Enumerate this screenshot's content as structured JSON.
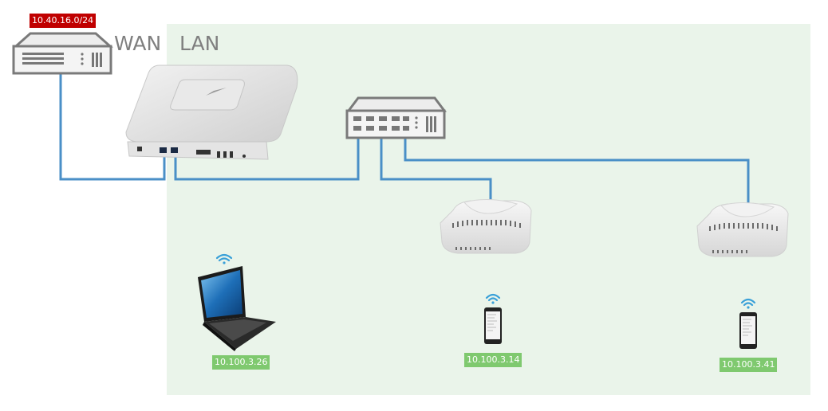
{
  "zones": {
    "wan_label": "WAN",
    "lan_label": "LAN"
  },
  "upstream_router": {
    "subnet": "10.40.16.0/24"
  },
  "clients": [
    {
      "device": "laptop",
      "ip": "10.100.3.26"
    },
    {
      "device": "smartphone",
      "ip": "10.100.3.14"
    },
    {
      "device": "smartphone",
      "ip": "10.100.3.41"
    }
  ],
  "colors": {
    "lan_zone": "#eaf4ea",
    "cable": "#4a8fc7",
    "wan_tag": "#c00000",
    "client_tag": "#7fc96f",
    "wifi": "#3aa0d8",
    "device_gray": "#7a7a7a"
  },
  "icons": [
    "router-icon",
    "controller-appliance-icon",
    "switch-icon",
    "access-point-icon",
    "laptop-icon",
    "smartphone-icon",
    "wifi-icon"
  ]
}
